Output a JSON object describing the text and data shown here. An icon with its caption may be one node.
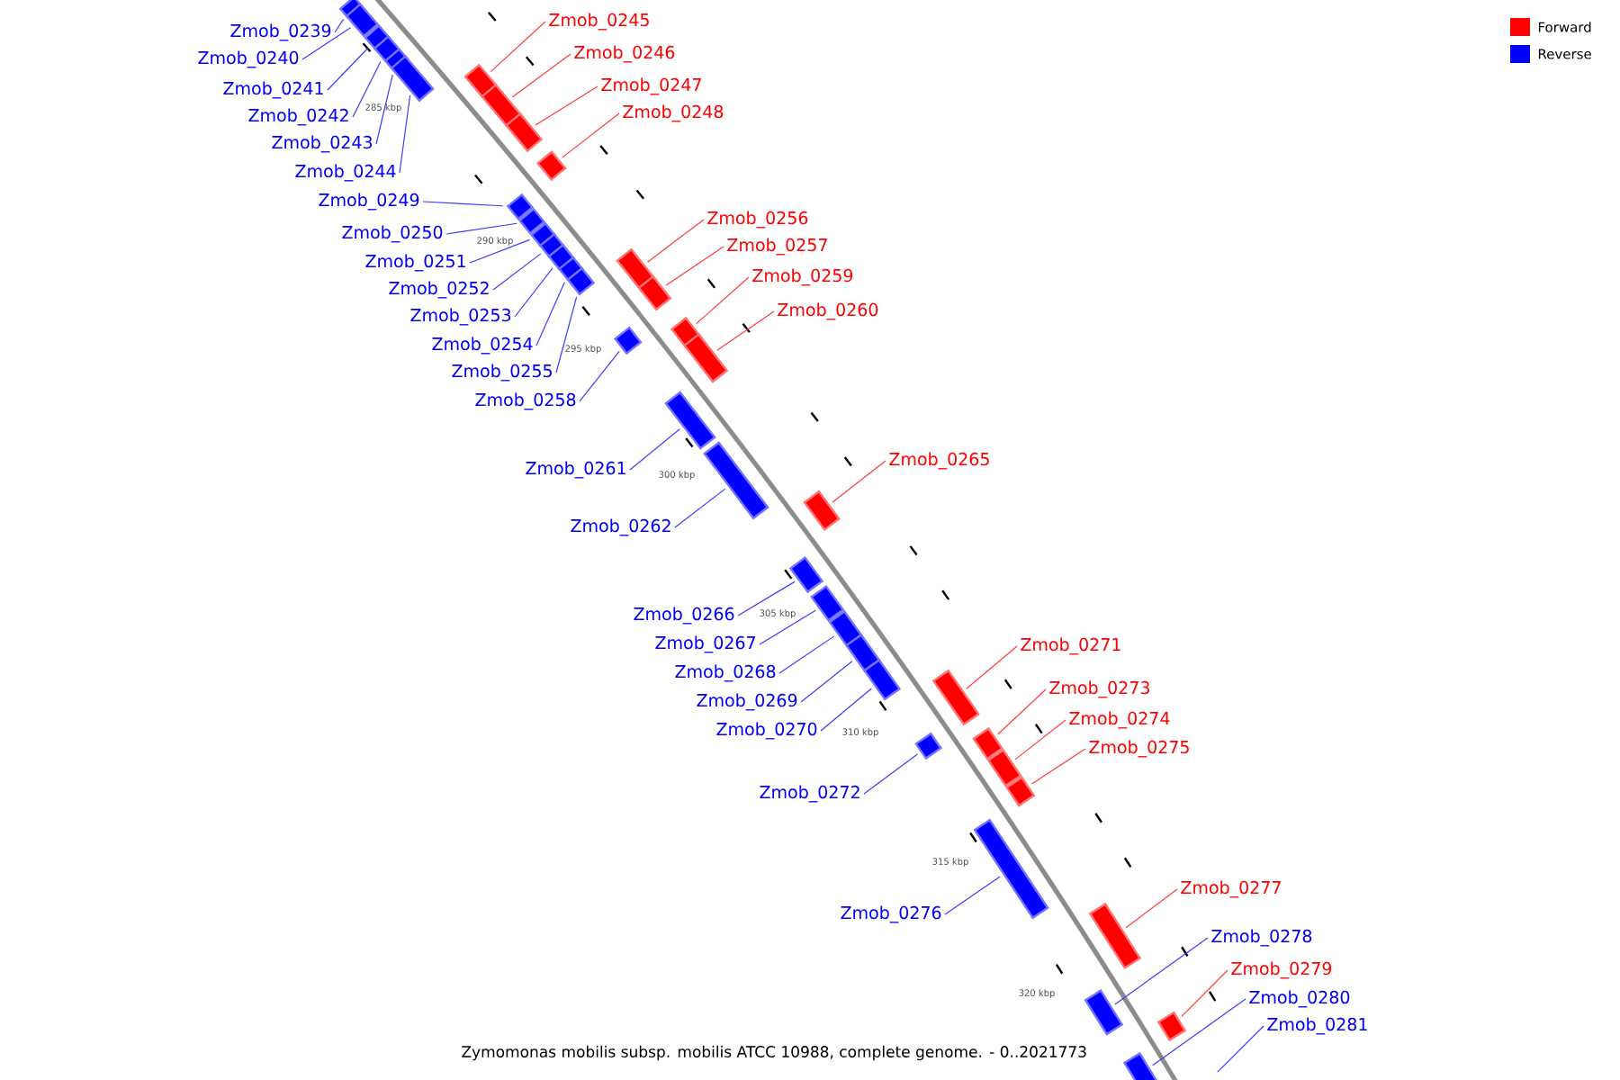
{
  "diagram": {
    "caption": "Zymomonas mobilis subsp. mobilis ATCC 10988, complete genome. - 0..2021773",
    "nodes": [
      {
        "text": [
          "Zmob_0239"
        ]
      },
      {
        "text": [],
        "shape": "bar"
      },
      {
        "text": [
          "Zmob_0240"
        ]
      },
      {
        "text": [],
        "shape": "bar"
      },
      {
        "text": [
          "Zmob_0241"
        ]
      },
      {
        "text": [],
        "shape": "bar"
      },
      {
        "text": [
          "Zmob_0242"
        ]
      },
      {
        "text": [],
        "shape": "bar"
      },
      {
        "text": [
          "Zmob_0243"
        ]
      },
      {
        "text": [],
        "shape": "bar"
      },
      {
        "text": [
          "Zmob_0244"
        ]
      },
      {
        "text": [],
        "shape": "bar"
      },
      {
        "text": [
          "Zmob_0245"
        ]
      },
      {
        "text": [],
        "shape": "bar"
      },
      {
        "text": [
          "Zmob_0246"
        ]
      },
      {
        "text": [],
        "shape": "bar"
      },
      {
        "text": [
          "Zmob_0247"
        ]
      },
      {
        "text": [],
        "shape": "bar"
      },
      {
        "text": [
          "Zmob_0248"
        ]
      },
      {
        "text": [],
        "shape": "bar"
      },
      {
        "text": [
          "Zmob_0249"
        ]
      },
      {
        "text": [],
        "shape": "bar"
      },
      {
        "text": [
          "Zmob_0250"
        ]
      },
      {
        "text": [],
        "shape": "bar"
      },
      {
        "text": [
          "Zmob_0251"
        ]
      },
      {
        "text": [],
        "shape": "bar"
      },
      {
        "text": [
          "Zmob_0252"
        ]
      },
      {
        "text": [],
        "shape": "bar"
      },
      {
        "text": [
          "Zmob_0253"
        ]
      },
      {
        "text": [],
        "shape": "bar"
      },
      {
        "text": [
          "Zmob_0254"
        ]
      },
      {
        "text": [],
        "shape": "bar"
      },
      {
        "text": [
          "Zmob_0255"
        ]
      },
      {
        "text": [],
        "shape": "bar"
      },
      {
        "text": [
          "Zmob_0256"
        ]
      },
      {
        "text": [],
        "shape": "bar"
      },
      {
        "text": [
          "Zmob_0257"
        ]
      },
      {
        "text": [],
        "shape": "bar"
      },
      {
        "text": [
          "Zmob_0258"
        ]
      },
      {
        "text": [],
        "shape": "bar"
      },
      {
        "text": [
          "Zmob_0259"
        ]
      },
      {
        "text": [],
        "shape": "bar"
      },
      {
        "text": [
          "Zmob_0260"
        ]
      },
      {
        "text": [],
        "shape": "bar"
      },
      {
        "text": [
          "Zmob_0261"
        ]
      },
      {
        "text": [],
        "shape": "bar"
      },
      {
        "text": [
          "Zmob_0262"
        ]
      },
      {
        "text": [],
        "shape": "bar"
      },
      {
        "text": [
          "Zmob_0265"
        ]
      },
      {
        "text": [],
        "shape": "bar"
      },
      {
        "text": [
          "Zmob_0266"
        ]
      },
      {
        "text": [],
        "shape": "bar"
      },
      {
        "text": [
          "Zmob_0267"
        ]
      },
      {
        "text": [],
        "shape": "bar"
      },
      {
        "text": [
          "Zmob_0268"
        ]
      },
      {
        "text": [],
        "shape": "bar"
      },
      {
        "text": [
          "Zmob_0269"
        ]
      },
      {
        "text": [],
        "shape": "bar"
      },
      {
        "text": [
          "Zmob_0270"
        ]
      },
      {
        "text": [],
        "shape": "bar"
      },
      {
        "text": [
          "Zmob_0271"
        ]
      },
      {
        "text": [],
        "shape": "bar"
      },
      {
        "text": [
          "Zmob_0272"
        ]
      },
      {
        "text": [],
        "shape": "bar"
      },
      {
        "text": [
          "Zmob_0273"
        ]
      },
      {
        "text": [],
        "shape": "bar"
      },
      {
        "text": [
          "Zmob_0274"
        ]
      },
      {
        "text": [],
        "shape": "bar"
      },
      {
        "text": [
          "Zmob_0275"
        ]
      },
      {
        "text": [],
        "shape": "bar"
      },
      {
        "text": [
          "Zmob_0276"
        ]
      },
      {
        "text": [],
        "shape": "bar"
      },
      {
        "text": [
          "Zmob_0277"
        ]
      },
      {
        "text": [],
        "shape": "bar"
      },
      {
        "text": [
          "Zmob_0278"
        ]
      },
      {
        "text": [],
        "shape": "bar"
      },
      {
        "text": [
          "Zmob_0279"
        ]
      },
      {
        "text": [],
        "shape": "bar"
      },
      {
        "text": [
          "Zmob_0280"
        ]
      },
      {
        "text": [],
        "shape": "bar"
      },
      {
        "text": [
          "Zmob_0281"
        ]
      }
    ],
    "edges": [
      {
        "from": 0,
        "to": 1,
        "arrow": "none"
      },
      {
        "from": 2,
        "to": 3,
        "arrow": "none"
      },
      {
        "from": 4,
        "to": 5,
        "arrow": "none"
      },
      {
        "from": 6,
        "to": 7,
        "arrow": "none"
      },
      {
        "from": 8,
        "to": 9,
        "arrow": "none"
      },
      {
        "from": 10,
        "to": 11,
        "arrow": "none"
      },
      {
        "from": 12,
        "to": 13,
        "arrow": "none",
        "color": "#ff3b3b"
      },
      {
        "from": 14,
        "to": 15,
        "arrow": "none",
        "color": "#ff3b3b"
      },
      {
        "from": 16,
        "to": 17,
        "arrow": "none",
        "color": "#ff3b3b"
      },
      {
        "from": 18,
        "to": 19,
        "arrow": "none",
        "color": "#ff3b3b"
      },
      {
        "from": 20,
        "to": 21,
        "arrow": "none"
      },
      {
        "from": 22,
        "to": 23,
        "arrow": "none"
      },
      {
        "from": 24,
        "to": 25,
        "arrow": "none"
      },
      {
        "from": 26,
        "to": 27,
        "arrow": "none"
      },
      {
        "from": 28,
        "to": 29,
        "arrow": "none"
      },
      {
        "from": 30,
        "to": 31,
        "arrow": "none"
      },
      {
        "from": 32,
        "to": 33,
        "arrow": "none"
      },
      {
        "from": 34,
        "to": 35,
        "arrow": "none",
        "color": "#ff3b3b"
      },
      {
        "from": 36,
        "to": 37,
        "arrow": "none",
        "color": "#ff3b3b"
      },
      {
        "from": 38,
        "to": 39,
        "arrow": "none"
      },
      {
        "from": 40,
        "to": 41,
        "arrow": "none",
        "color": "#ff3b3b"
      },
      {
        "from": 42,
        "to": 43,
        "arrow": "none",
        "color": "#ff3b3b"
      },
      {
        "from": 44,
        "to": 45,
        "arrow": "none"
      },
      {
        "from": 46,
        "to": 47,
        "arrow": "none"
      },
      {
        "from": 48,
        "to": 49,
        "arrow": "none",
        "color": "#ff3b3b"
      },
      {
        "from": 50,
        "to": 51,
        "arrow": "none"
      },
      {
        "from": 52,
        "to": 53,
        "arrow": "none"
      },
      {
        "from": 54,
        "to": 55,
        "arrow": "none"
      },
      {
        "from": 56,
        "to": 57,
        "arrow": "none"
      },
      {
        "from": 58,
        "to": 59,
        "arrow": "none"
      },
      {
        "from": 60,
        "to": 61,
        "arrow": "none",
        "color": "#ff3b3b"
      },
      {
        "from": 62,
        "to": 63,
        "arrow": "none"
      },
      {
        "from": 64,
        "to": 65,
        "arrow": "none",
        "color": "#ff3b3b"
      },
      {
        "from": 66,
        "to": 67,
        "arrow": "none",
        "color": "#ff3b3b"
      },
      {
        "from": 68,
        "to": 69,
        "arrow": "none",
        "color": "#ff3b3b"
      },
      {
        "from": 70,
        "to": 71,
        "arrow": "none"
      },
      {
        "from": 72,
        "to": 73,
        "arrow": "none",
        "color": "#ff3b3b"
      },
      {
        "from": 74,
        "to": 75,
        "arrow": "none"
      },
      {
        "from": 76,
        "to": 77,
        "arrow": "none",
        "color": "#ff3b3b"
      },
      {
        "from": 78,
        "to": 79,
        "arrow": "none"
      },
      {
        "from": 80,
        "to": null,
        "arrow": "none"
      }
    ],
    "labels": [
      "285 kbp",
      "290 kbp",
      "295 kbp",
      "300 kbp",
      "305 kbp",
      "310 kbp",
      "315 kbp",
      "320 kbp"
    ],
    "legend": [
      {
        "text": "Forward",
        "color": "#ff0000"
      },
      {
        "text": "Reverse",
        "color": "#0000ff"
      }
    ]
  }
}
